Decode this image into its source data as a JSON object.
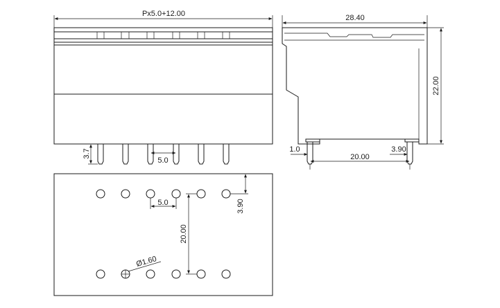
{
  "front_view": {
    "overall_width_label": "Px5.0+12.00",
    "pin_length_label": "3.7",
    "pitch_label": "5.0"
  },
  "side_view": {
    "overall_length_label": "28.40",
    "height_label": "22.00",
    "pin_offset_left_label": "1.0",
    "pin_spacing_label": "20.00",
    "pin_offset_right_label": "3.90"
  },
  "footprint": {
    "pitch_label": "5.0",
    "edge_offset_label": "3.90",
    "row_spacing_label": "20.00",
    "hole_diameter_label": "Ø1.60",
    "columns": 6,
    "rows": 2
  }
}
